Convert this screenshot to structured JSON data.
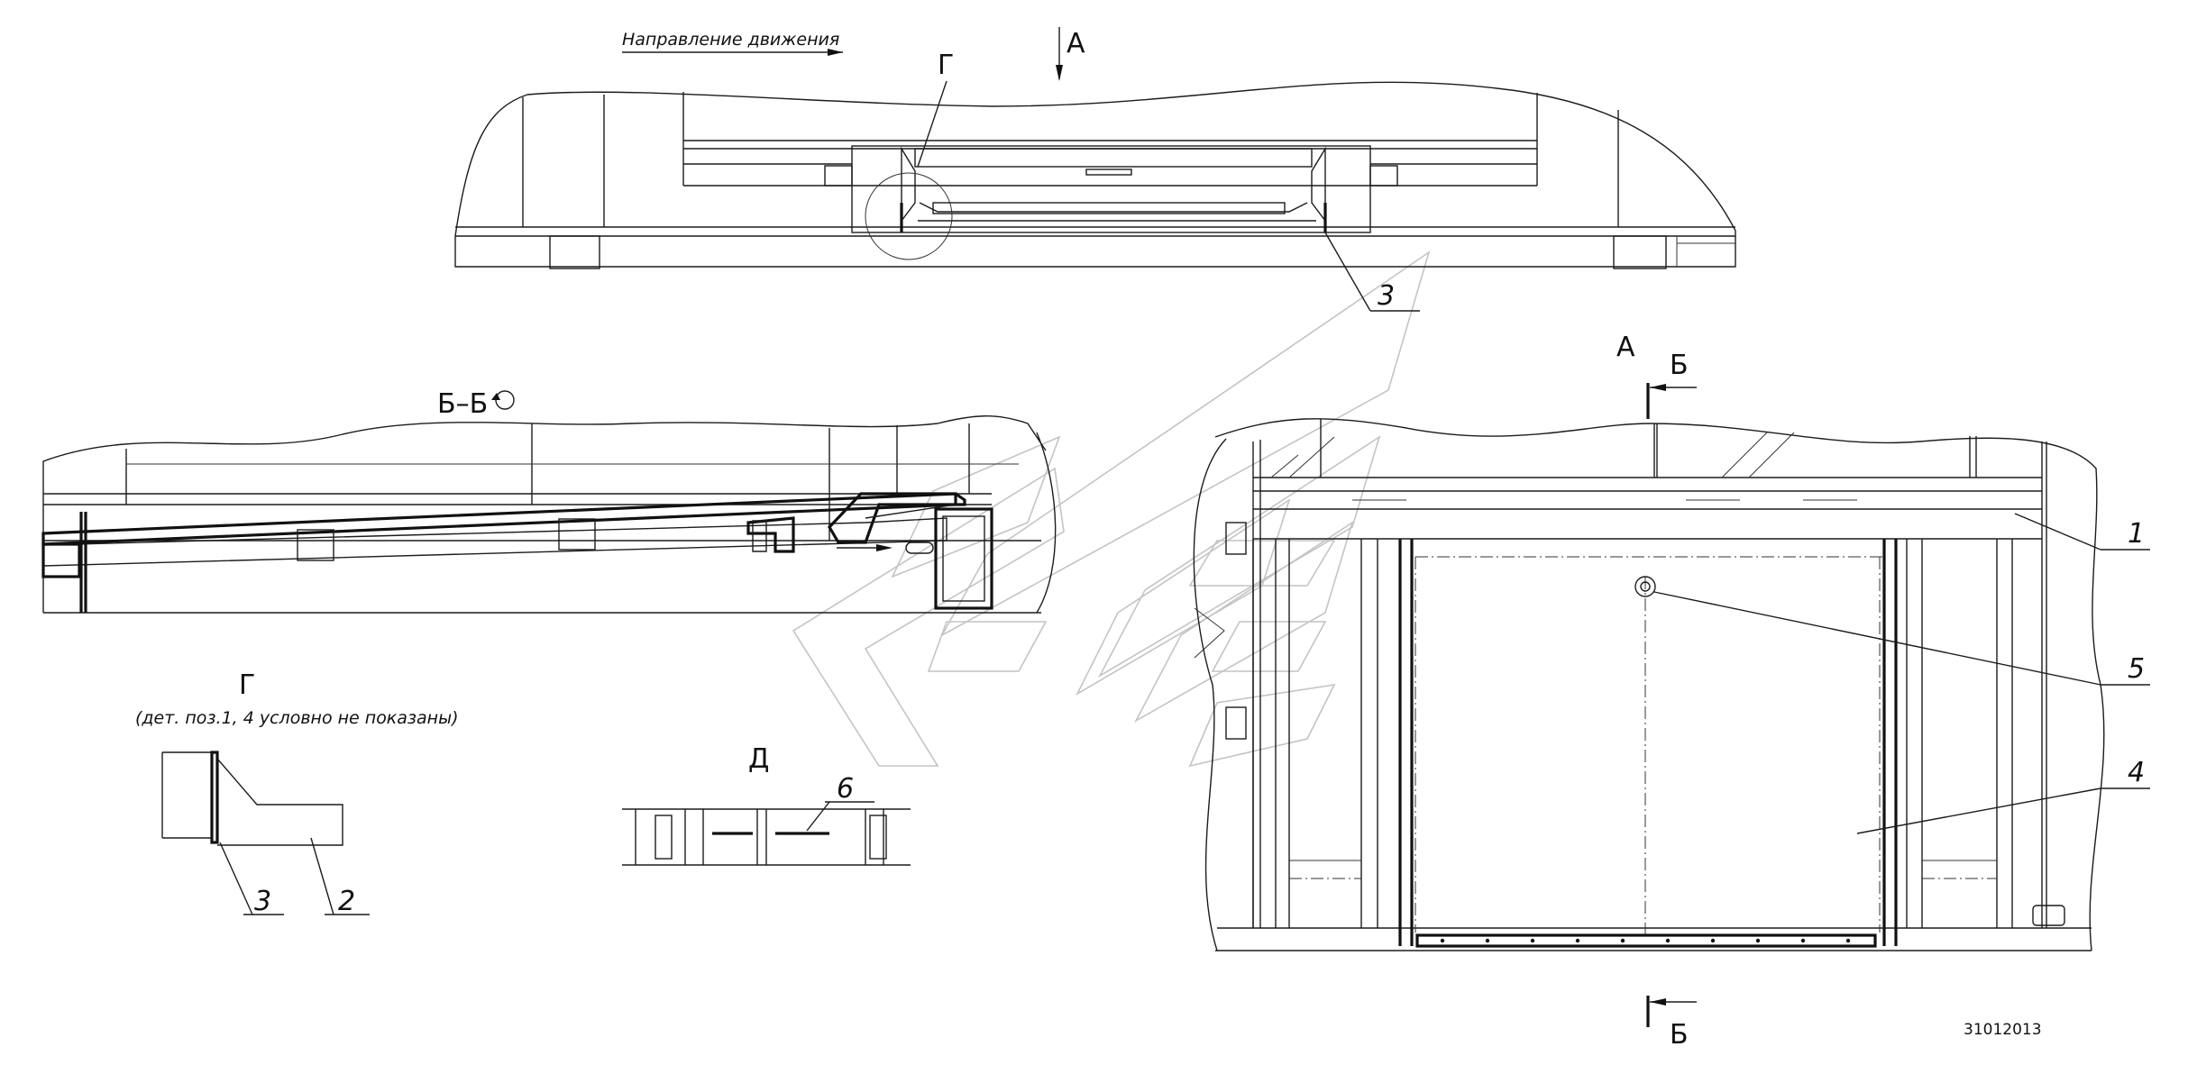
{
  "drawing": {
    "direction_label": "Направление движения",
    "view_a_top": "А",
    "view_a_right": "А",
    "view_g_top": "Г",
    "section_bb": "Б–Б",
    "cut_b_top": "Б",
    "cut_b_bottom": "Б",
    "detail_g": {
      "title": "Г",
      "note": "(дет. поз.1, 4 условно не показаны)"
    },
    "detail_d": {
      "title": "Д"
    },
    "callouts": {
      "p1": "1",
      "p2": "2",
      "p3_top": "3",
      "p3_detail": "3",
      "p4": "4",
      "p5": "5",
      "p6": "6"
    },
    "drawing_number": "31012013"
  }
}
